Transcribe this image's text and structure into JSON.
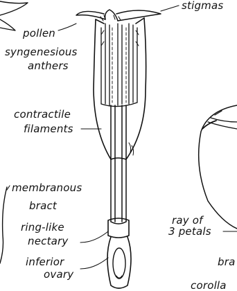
{
  "labels": {
    "stigmas": "stigmas",
    "pollen": "pollen",
    "syngenesious_line1": "syngenesious",
    "syngenesious_line2": "anthers",
    "contractile_line1": "contractile",
    "contractile_line2": "filaments",
    "membranous": "membranous",
    "bract": "bract",
    "ringlike_line1": "ring-like",
    "ringlike_line2": "nectary",
    "inferior_line1": "inferior",
    "inferior_line2": "ovary",
    "ray_line1": "ray of",
    "ray_line2": "3 petals",
    "bra_partial": "bra",
    "corolla_partial": "corolla"
  }
}
